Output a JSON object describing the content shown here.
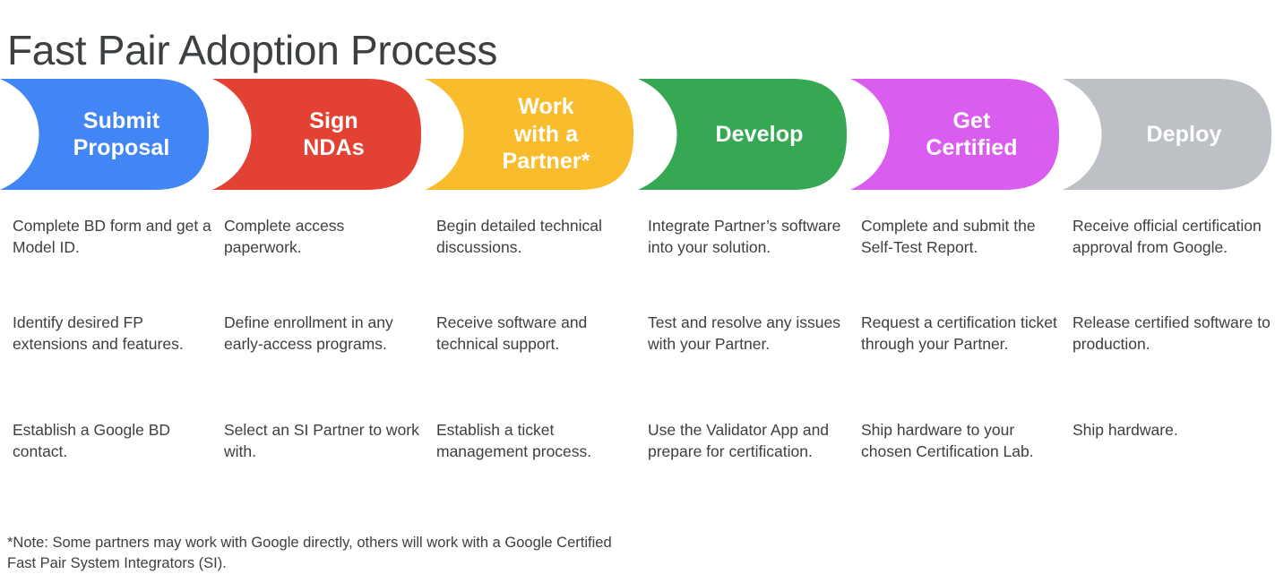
{
  "page": {
    "title": "Fast Pair Adoption Process",
    "footnote": "*Note: Some partners may work with Google directly, others will work with a Google Certified Fast Pair System Integrators (SI)."
  },
  "colors": {
    "blue": "#4285F4",
    "red": "#E34133",
    "yellow": "#F9BC2C",
    "green": "#36A853",
    "magenta": "#D95DEE",
    "gray": "#BDC1C6",
    "text": "#3c4043",
    "label_text": "#ffffff"
  },
  "stages": [
    {
      "label": "Submit\nProposal",
      "color": "#4285F4",
      "items": [
        "Complete BD form and get a Model ID.",
        "Identify desired FP extensions and features.",
        "Establish a Google BD contact."
      ]
    },
    {
      "label": "Sign\nNDAs",
      "color": "#E34133",
      "items": [
        "Complete access paperwork.",
        "Define enrollment in any early-access programs.",
        "Select an SI Partner to work with."
      ]
    },
    {
      "label": "Work\nwith a\nPartner*",
      "color": "#F9BC2C",
      "items": [
        "Begin detailed technical discussions.",
        "Receive software and technical support.",
        "Establish a ticket management process."
      ]
    },
    {
      "label": "Develop",
      "color": "#36A853",
      "items": [
        "Integrate Partner’s software into your solution.",
        "Test and resolve any issues with your Partner.",
        "Use the Validator App and prepare for certification."
      ]
    },
    {
      "label": "Get\nCertified",
      "color": "#D95DEE",
      "items": [
        "Complete and submit the Self-Test Report.",
        "Request a certification ticket through your Partner.",
        "Ship hardware to your chosen Certification Lab."
      ]
    },
    {
      "label": "Deploy",
      "color": "#BDC1C6",
      "items": [
        "Receive official certification approval from Google.",
        "Release certified software to production.",
        "Ship hardware."
      ]
    }
  ]
}
